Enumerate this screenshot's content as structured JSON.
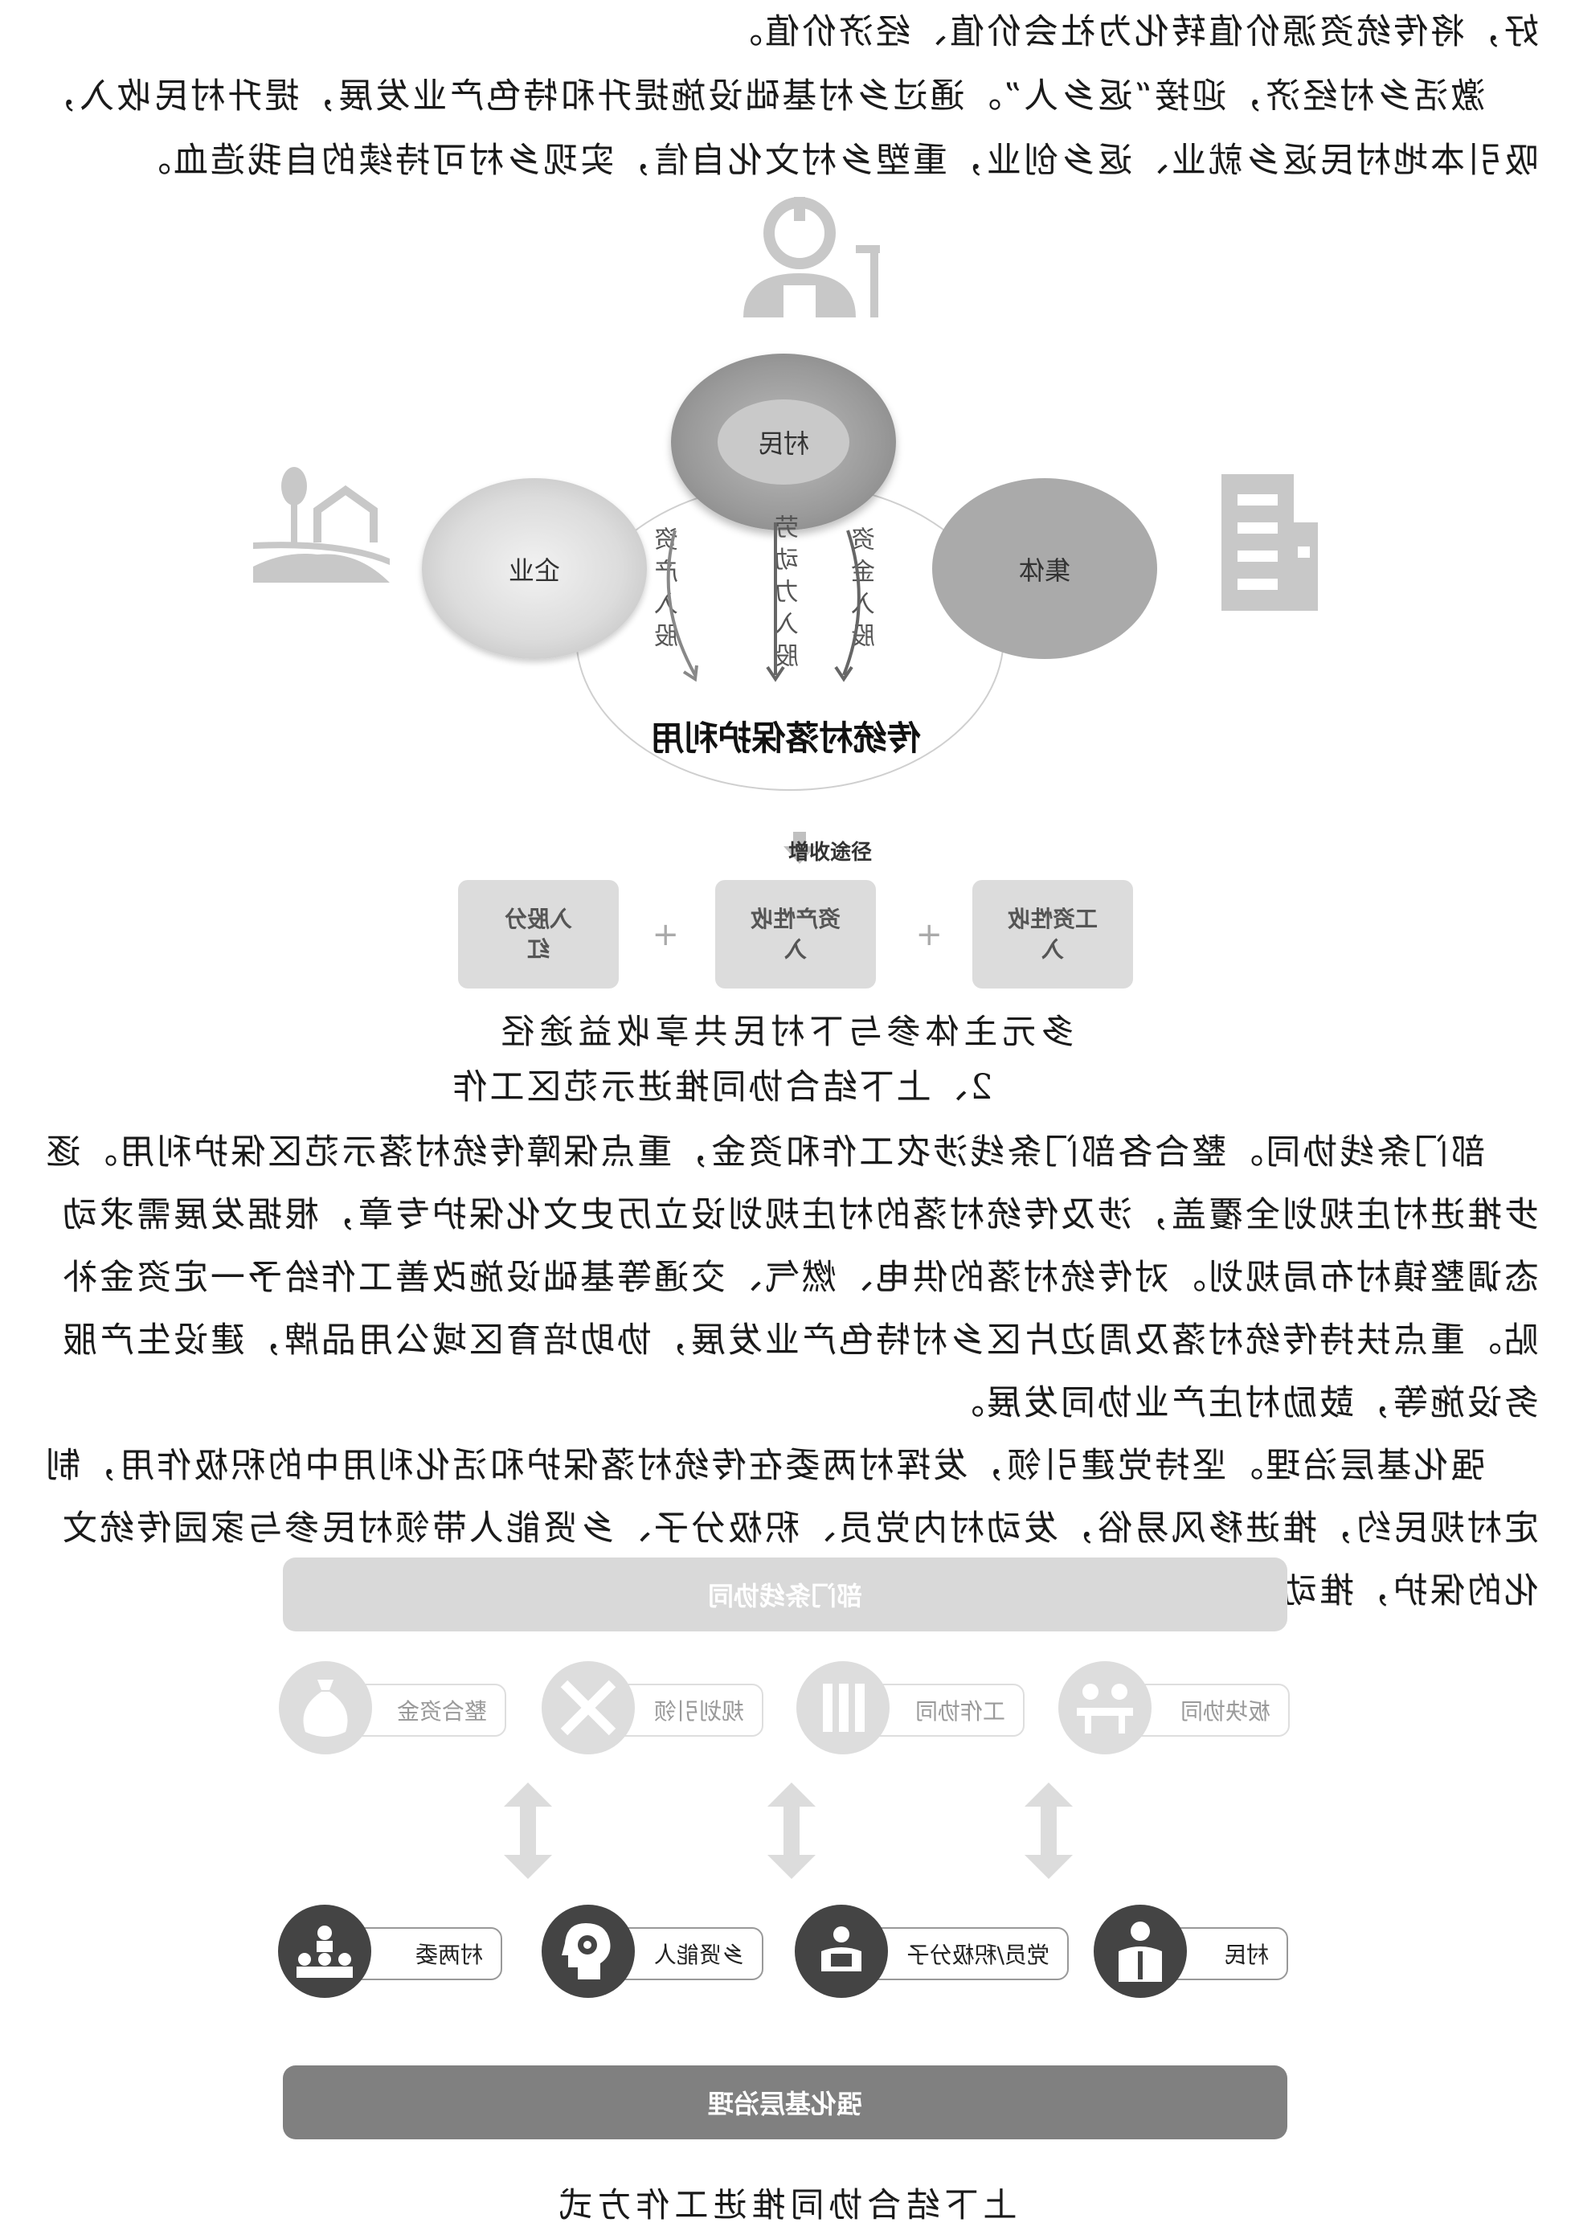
{
  "paragraph_top": "好，将传统资源价值转化为社会价值、经济价值。\n    激活乡村经济，迎接“返乡人”。通过乡村基础设施提升和特色产业发展，提升村民收入，吸引本地村民返乡就业、返乡创业，重塑乡村文化自信，实现乡村可持续的自我造血。",
  "figure1": {
    "nodes": {
      "villager": "村民",
      "collective": "集体",
      "enterprise": "企业"
    },
    "flows": {
      "assets": "资产入股",
      "labor": "劳动力入股",
      "capital": "资金入股"
    },
    "center": "传统村落保护利用",
    "income_label": "增收途径",
    "boxes": [
      "工资性收入",
      "资产性收入",
      "入股分红"
    ],
    "plus": "+",
    "caption": "多元主体参与下村民共享收益途径"
  },
  "section_heading": "2、上下结合协同推进示范区工作",
  "paragraph_section": "    部门条线协同。整合各部门条线涉农工作和资金，重点保障传统村落示范区保护利用。逐步推进村庄规划全覆盖，涉及传统村落的村庄规划设立历史文化保护专章，根据发展需求动态调整镇村布局规划。对传统村落的供电、燃气、交通等基础设施改善工作给予一定资金补贴。重点扶持传统村落及周边片区乡村特色产业发展，协助培育区域公用品牌，建设生产服务设施等，鼓励村庄产业协同发展。\n    强化基层治理。坚持党建引领，发挥村两委在传统村落保护和活化利用中的积极作用，制定村规民约，推进移风易俗，发动村内党员、积极分子、乡贤能人带领村民参与家园传统文化的保护，推动乡村治理能力和治理体系现代化。",
  "figure2": {
    "top_bar": "部门条线协同",
    "top_items": [
      "整合资金",
      "规划引领",
      "工作协同",
      "板块协同"
    ],
    "bottom_items": [
      "村两委",
      "乡贤能人",
      "党员/积极分子",
      "村民"
    ],
    "bottom_bar": "强化基层治理",
    "caption": "上下结合协同推进工作方式",
    "icons_top": [
      "money-bag-icon",
      "ruler-pencil-icon",
      "books-icon",
      "meeting-icon"
    ],
    "icons_bottom": [
      "org-chart-icon",
      "head-gear-icon",
      "reading-person-icon",
      "person-icon"
    ]
  },
  "colors": {
    "dark_bar": "#808080",
    "light_bar": "#d9d9d9",
    "dark_icon": "#444444",
    "light_icon": "#dddddd"
  }
}
